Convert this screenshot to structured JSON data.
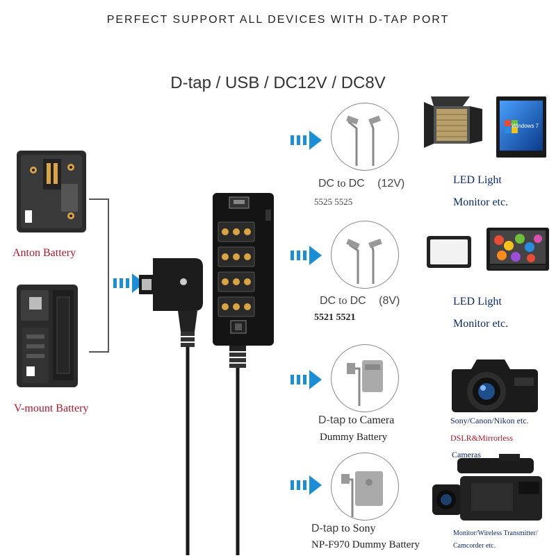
{
  "headline": "PERFECT SUPPORT ALL DEVICES WITH D-TAP PORT",
  "ports_title": "D-tap / USB / DC12V / DC8V",
  "batteries": [
    {
      "label": "Anton Battery"
    },
    {
      "label": "V-mount Battery"
    }
  ],
  "outputs": [
    {
      "cable_line1_a": "DC",
      "cable_line1_b": " to ",
      "cable_line1_c": "DC",
      "cable_line1_d": "(12V)",
      "cable_line2": "5525  5525",
      "device_line1": "LED Light",
      "device_line2": "Monitor etc."
    },
    {
      "cable_line1_a": "DC",
      "cable_line1_b": " to ",
      "cable_line1_c": "DC",
      "cable_line1_d": "(8V)",
      "cable_line2": "5521  5521",
      "device_line1": "LED Light",
      "device_line2": "Monitor etc."
    },
    {
      "cable_line1_a": "D-tap",
      "cable_line1_b": " to Camera",
      "cable_line2": "Dummy Battery",
      "device_line1": "Sony/Canon/Nikon etc.",
      "device_line2": "DSLR&Mirrorless",
      "device_line3": "Cameras"
    },
    {
      "cable_line1_a": "D-tap",
      "cable_line1_b": " to Sony",
      "cable_line2": "NP-F970 Dummy Battery",
      "device_line1": "Monitor/Wireless Transmitter/",
      "device_line2": "Camcorder etc."
    }
  ],
  "screen_text": "Windows 7",
  "colors": {
    "arrow": "#1a8fd8",
    "red_label": "#b4142a",
    "blue_label": "#0b2a6b",
    "hub_body": "#141414",
    "gold_pin": "#d9a441"
  },
  "icons": [
    "double-arrow-icon",
    "battery-icon",
    "dc-cable-icon",
    "dummy-battery-icon",
    "led-panel-icon",
    "monitor-icon",
    "camera-icon",
    "camcorder-icon",
    "usb-port-icon",
    "power-switch-icon"
  ]
}
